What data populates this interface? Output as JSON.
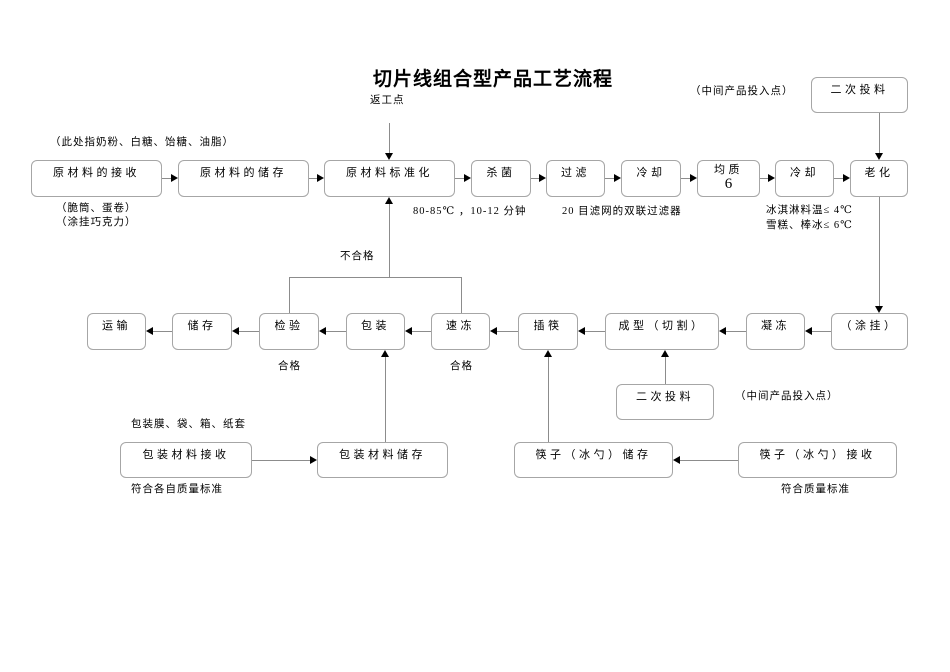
{
  "title": "切片线组合型产品工艺流程",
  "colors": {
    "line": "#8c8c8c",
    "box_border": "#a6a6a6",
    "text": "#000000"
  },
  "annotations": {
    "rework_point": "返工点",
    "intermediate_point_top": "（中间产品投入点）",
    "intermediate_point_mid": "（中间产品投入点）",
    "raw_materials_note": "（此处指奶粉、白糖、饴糖、油脂）",
    "receive_note_1": "（脆筒、蛋卷）",
    "receive_note_2": "（涂挂巧克力）",
    "sterilize_note": "80-85℃ ，10-12 分钟",
    "filter_note": "20 目滤网的双联过滤器",
    "cooling_note_1": "冰淇淋料温≤ 4℃",
    "cooling_note_2": "雪糕、棒冰≤ 6℃",
    "unqualified": "不合格",
    "qualified_inspection": "合格",
    "qualified_freeze": "合格",
    "packaging_note": "包装膜、袋、箱、纸套",
    "packaging_standard": "符合各自质量标准",
    "stick_standard": "符合质量标准"
  },
  "row1": [
    {
      "label": "原材料的接收"
    },
    {
      "label": "原材料的储存"
    },
    {
      "label": "原材料标准化"
    },
    {
      "label": "杀菌"
    },
    {
      "label": "过滤"
    },
    {
      "label": "冷却"
    },
    {
      "label": "均质",
      "label2": "6"
    },
    {
      "label": "冷却"
    },
    {
      "label": "老化"
    }
  ],
  "row2": [
    {
      "label": "运输"
    },
    {
      "label": "储存"
    },
    {
      "label": "检验"
    },
    {
      "label": "包装"
    },
    {
      "label": "速冻"
    },
    {
      "label": "插筷"
    },
    {
      "label": "成型（切割）"
    },
    {
      "label": "凝冻"
    },
    {
      "label": "（涂挂）"
    }
  ],
  "aux": {
    "secondary_feed_top": "二次投料",
    "secondary_feed_mid": "二次投料"
  },
  "bottom": [
    {
      "label": "包装材料接收"
    },
    {
      "label": "包装材料储存"
    },
    {
      "label": "筷子（冰勺）储存"
    },
    {
      "label": "筷子（冰勺）接收"
    }
  ]
}
